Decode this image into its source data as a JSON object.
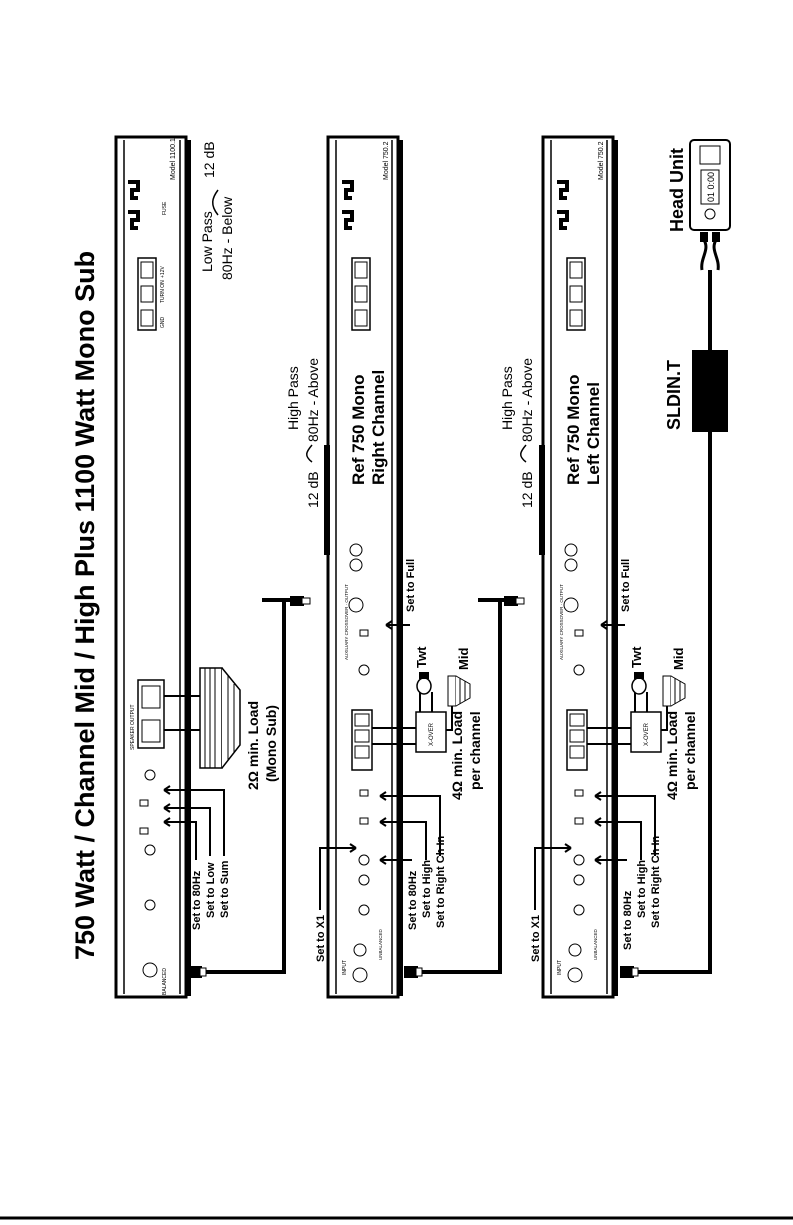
{
  "title": "750 Watt  / Channel Mid / High Plus 1100 Watt Mono Sub",
  "sub_amp": {
    "model": "Model 1100.1",
    "filter_mode": "Low Pass",
    "slope": "12 dB",
    "freq_note": "80Hz - Below",
    "load_note": "2Ω min. Load",
    "load_note2": "(Mono Sub)",
    "settings": [
      "Set to 80Hz",
      "Set to Low",
      "Set to Sum"
    ],
    "power_labels": [
      "GND",
      "TURN ON",
      "+12V"
    ],
    "fuse_label": "FUSE",
    "input_label": "BALANCED",
    "speaker_label": "SPEAKER OUTPUT"
  },
  "right_amp": {
    "model": "Model 750.2",
    "name_line1": "Ref 750 Mono",
    "name_line2": "Right Channel",
    "filter_mode": "High Pass",
    "slope": "12 dB",
    "freq_note": "80Hz - Above",
    "settings_left": [
      "Set to X1"
    ],
    "settings": [
      "Set to 80Hz",
      "Set to High",
      "Set to Right Ch In"
    ],
    "output_setting": "Set to Full",
    "load_note": "4Ω min. Load",
    "load_note2": "per channel",
    "tweeter": "Twt",
    "mid": "Mid",
    "xover": "X-OVER",
    "aux_label": "AUXILIARY CROSSOVER · OUTPUT",
    "input_label": "INPUT",
    "unbalanced": "UNBALANCED"
  },
  "left_amp": {
    "model": "Model 750.2",
    "name_line1": "Ref 750 Mono",
    "name_line2": "Left Channel",
    "filter_mode": "High Pass",
    "slope": "12 dB",
    "freq_note": "80Hz - Above",
    "settings_left": [
      "Set to X1"
    ],
    "settings": [
      "Set to 80Hz",
      "Set to High",
      "Set to Right Ch In"
    ],
    "output_setting": "Set to Full",
    "load_note": "4Ω min. Load",
    "load_note2": "per channel",
    "tweeter": "Twt",
    "mid": "Mid",
    "xover": "X-OVER",
    "aux_label": "AUXILIARY CROSSOVER · OUTPUT",
    "input_label": "INPUT",
    "unbalanced": "UNBALANCED"
  },
  "head_unit": {
    "label": "Head Unit",
    "display": "01 0:00"
  },
  "adapter": {
    "label": "SLDIN.T"
  }
}
